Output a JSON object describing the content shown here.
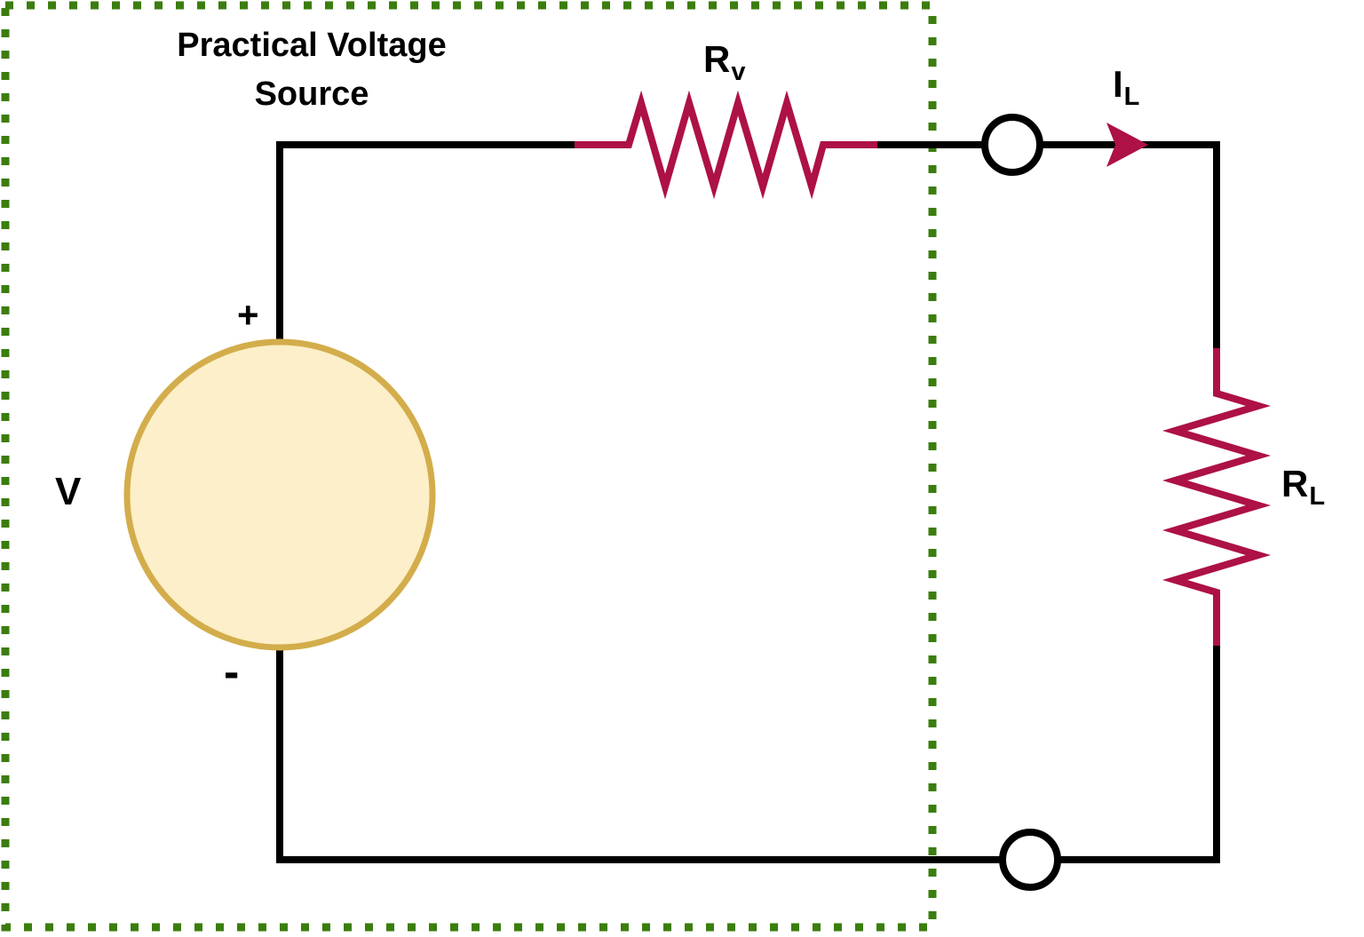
{
  "diagram": {
    "title": "Practical Voltage\nSource",
    "source_voltage_label": "V",
    "positive_terminal": "+",
    "negative_terminal": "-",
    "internal_resistor": {
      "main": "R",
      "sub": "v"
    },
    "load_resistor": {
      "main": "R",
      "sub": "L"
    },
    "load_current": {
      "main": "I",
      "sub": "L"
    }
  },
  "colors": {
    "wire": "#000000",
    "resistor": "#AD1145",
    "arrow": "#AD1145",
    "source_fill": "#FCEFC9",
    "source_stroke": "#D3AD4B",
    "boundary": "#3B7D0E",
    "terminal_fill": "#FFFFFF",
    "background": "#FFFFFF",
    "text": "#000000"
  }
}
